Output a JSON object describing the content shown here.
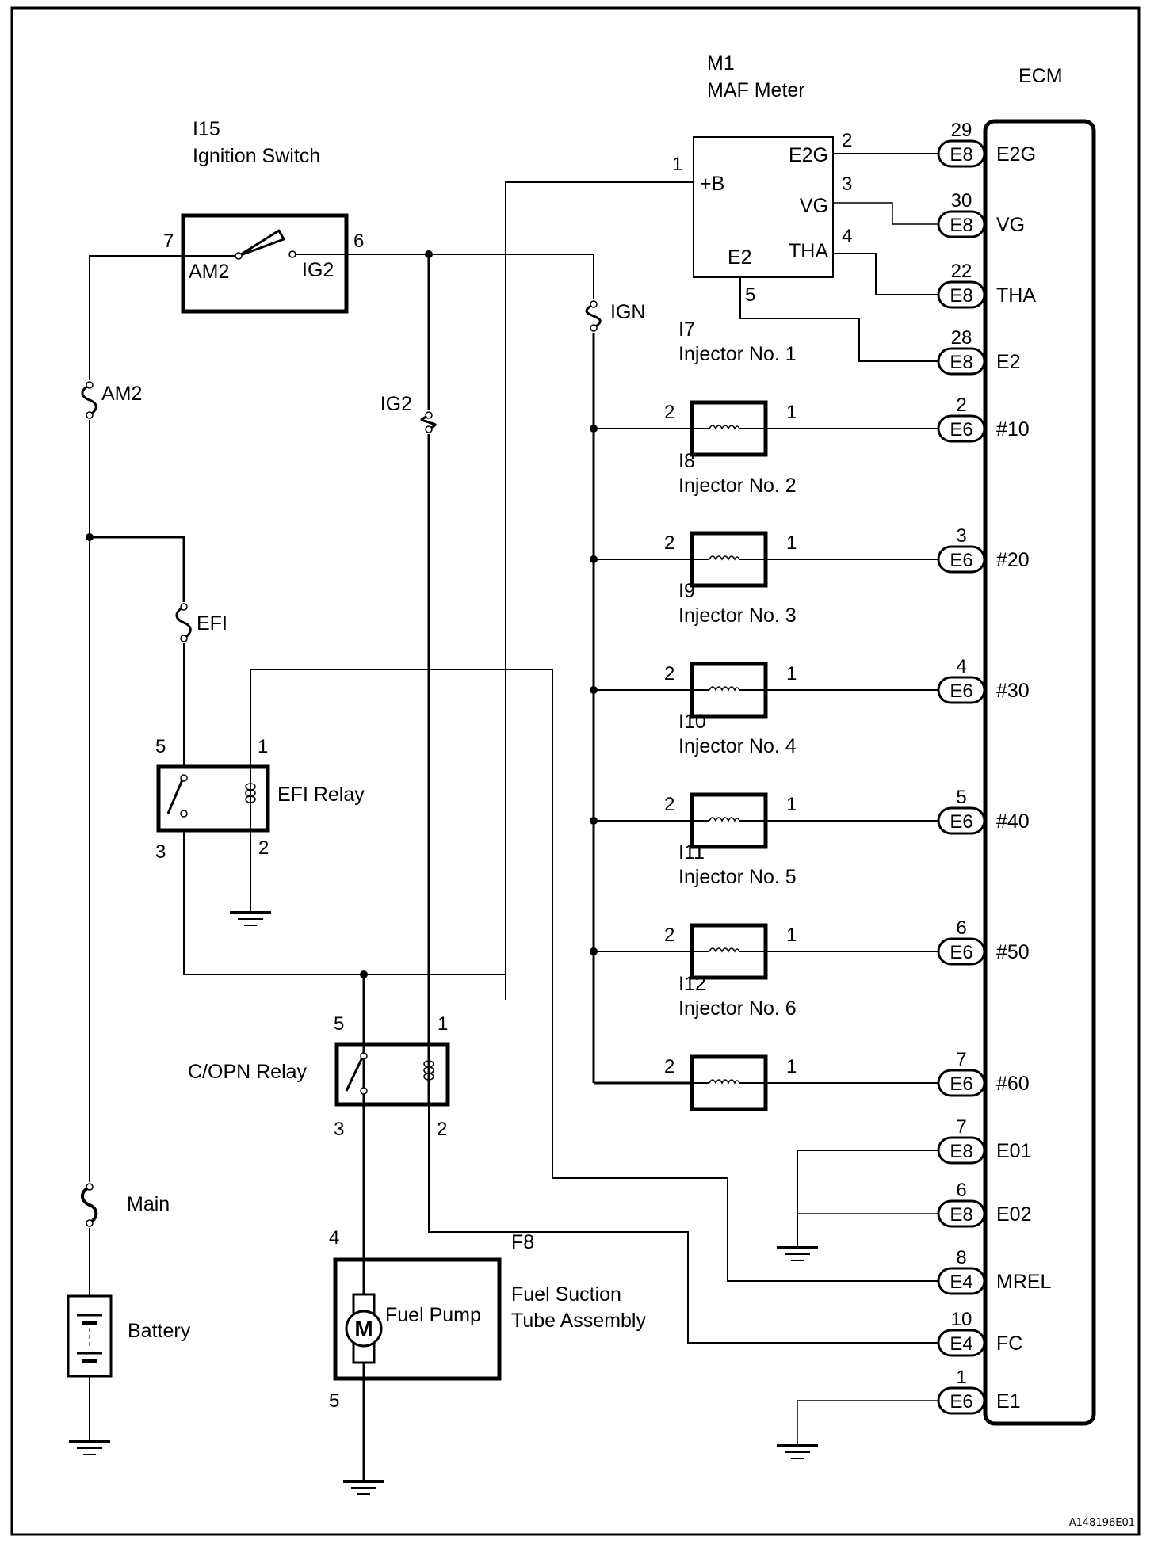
{
  "diagram": {
    "title": "Fuel Injection / MAF Meter Circuit",
    "reference_code": "A148196E01",
    "colors": {
      "line": "#000000",
      "background": "#ffffff"
    }
  },
  "components": {
    "ignition_switch": {
      "id": "I15",
      "name": "Ignition Switch",
      "pin_in": "7",
      "pin_out": "6",
      "term_in": "AM2",
      "term_out": "IG2"
    },
    "maf_meter": {
      "id": "M1",
      "name": "MAF Meter",
      "terminals": [
        {
          "pin": "1",
          "name": "+B"
        },
        {
          "pin": "2",
          "name": "E2G"
        },
        {
          "pin": "3",
          "name": "VG"
        },
        {
          "pin": "4",
          "name": "THA"
        },
        {
          "pin": "5",
          "name": "E2"
        }
      ]
    },
    "ecm": {
      "name": "ECM"
    },
    "efi_relay": {
      "name": "EFI Relay",
      "pins": {
        "switch_in": "5",
        "switch_out": "3",
        "coil_in": "1",
        "coil_out": "2"
      }
    },
    "copn_relay": {
      "name": "C/OPN Relay",
      "pins": {
        "switch_in": "5",
        "switch_out": "3",
        "coil_in": "1",
        "coil_out": "2"
      }
    },
    "fuel_pump": {
      "id": "F8",
      "assembly_line1": "Fuel Suction",
      "assembly_line2": "Tube Assembly",
      "name": "Fuel Pump",
      "motor_symbol": "M",
      "pin_in": "4",
      "pin_out": "5"
    },
    "battery": {
      "name": "Battery"
    },
    "fuses": {
      "am2": "AM2",
      "ig2": "IG2",
      "efi": "EFI",
      "ign": "IGN",
      "main": "Main"
    },
    "injectors": [
      {
        "id": "I7",
        "name": "Injector No. 1",
        "pin_in": "2",
        "pin_out": "1"
      },
      {
        "id": "I8",
        "name": "Injector No. 2",
        "pin_in": "2",
        "pin_out": "1"
      },
      {
        "id": "I9",
        "name": "Injector No. 3",
        "pin_in": "2",
        "pin_out": "1"
      },
      {
        "id": "I10",
        "name": "Injector No. 4",
        "pin_in": "2",
        "pin_out": "1"
      },
      {
        "id": "I11",
        "name": "Injector No. 5",
        "pin_in": "2",
        "pin_out": "1"
      },
      {
        "id": "I12",
        "name": "Injector No. 6",
        "pin_in": "2",
        "pin_out": "1"
      }
    ]
  },
  "ecm_pins": [
    {
      "connector": "E8",
      "pin": "29",
      "terminal": "E2G"
    },
    {
      "connector": "E8",
      "pin": "30",
      "terminal": "VG"
    },
    {
      "connector": "E8",
      "pin": "22",
      "terminal": "THA"
    },
    {
      "connector": "E8",
      "pin": "28",
      "terminal": "E2"
    },
    {
      "connector": "E6",
      "pin": "2",
      "terminal": "#10"
    },
    {
      "connector": "E6",
      "pin": "3",
      "terminal": "#20"
    },
    {
      "connector": "E6",
      "pin": "4",
      "terminal": "#30"
    },
    {
      "connector": "E6",
      "pin": "5",
      "terminal": "#40"
    },
    {
      "connector": "E6",
      "pin": "6",
      "terminal": "#50"
    },
    {
      "connector": "E6",
      "pin": "7",
      "terminal": "#60"
    },
    {
      "connector": "E8",
      "pin": "7",
      "terminal": "E01"
    },
    {
      "connector": "E8",
      "pin": "6",
      "terminal": "E02"
    },
    {
      "connector": "E4",
      "pin": "8",
      "terminal": "MREL"
    },
    {
      "connector": "E4",
      "pin": "10",
      "terminal": "FC"
    },
    {
      "connector": "E6",
      "pin": "1",
      "terminal": "E1"
    }
  ]
}
